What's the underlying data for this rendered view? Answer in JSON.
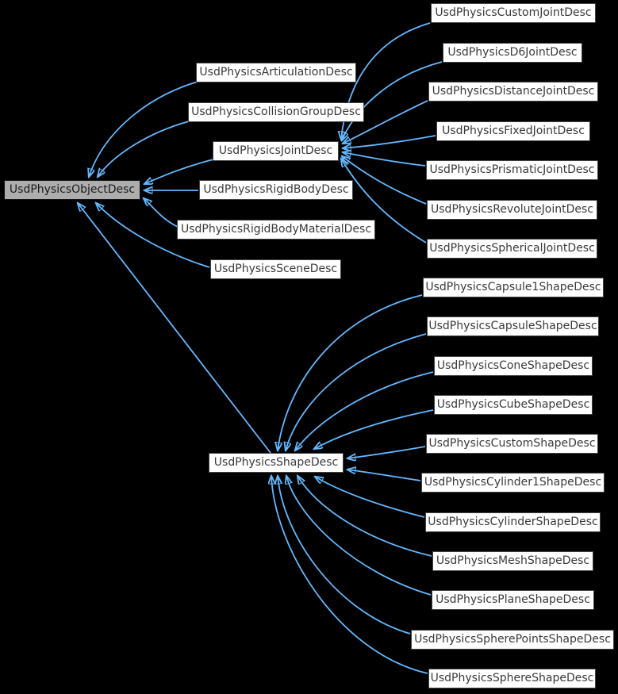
{
  "diagram": {
    "type": "inheritance-graph",
    "colors": {
      "background": "#000000",
      "edge": "#63b8ff",
      "node_fill": "#ffffff",
      "node_border": "#444444",
      "node_text": "#3a3a3a",
      "highlight_fill": "#adadad",
      "highlight_border": "#141414",
      "highlight_text": "#1a1a1a"
    },
    "nodes": [
      {
        "id": "object",
        "label": "UsdPhysicsObjectDesc",
        "highlighted": true
      },
      {
        "id": "articulation",
        "label": "UsdPhysicsArticulationDesc",
        "highlighted": false
      },
      {
        "id": "collision-group",
        "label": "UsdPhysicsCollisionGroupDesc",
        "highlighted": false
      },
      {
        "id": "joint",
        "label": "UsdPhysicsJointDesc",
        "highlighted": false
      },
      {
        "id": "rigid-body",
        "label": "UsdPhysicsRigidBodyDesc",
        "highlighted": false
      },
      {
        "id": "rigid-body-material",
        "label": "UsdPhysicsRigidBodyMaterialDesc",
        "highlighted": false
      },
      {
        "id": "scene",
        "label": "UsdPhysicsSceneDesc",
        "highlighted": false
      },
      {
        "id": "shape",
        "label": "UsdPhysicsShapeDesc",
        "highlighted": false
      },
      {
        "id": "custom-joint",
        "label": "UsdPhysicsCustomJointDesc",
        "highlighted": false
      },
      {
        "id": "d6-joint",
        "label": "UsdPhysicsD6JointDesc",
        "highlighted": false
      },
      {
        "id": "distance-joint",
        "label": "UsdPhysicsDistanceJointDesc",
        "highlighted": false
      },
      {
        "id": "fixed-joint",
        "label": "UsdPhysicsFixedJointDesc",
        "highlighted": false
      },
      {
        "id": "prismatic-joint",
        "label": "UsdPhysicsPrismaticJointDesc",
        "highlighted": false
      },
      {
        "id": "revolute-joint",
        "label": "UsdPhysicsRevoluteJointDesc",
        "highlighted": false
      },
      {
        "id": "spherical-joint",
        "label": "UsdPhysicsSphericalJointDesc",
        "highlighted": false
      },
      {
        "id": "capsule1-shape",
        "label": "UsdPhysicsCapsule1ShapeDesc",
        "highlighted": false
      },
      {
        "id": "capsule-shape",
        "label": "UsdPhysicsCapsuleShapeDesc",
        "highlighted": false
      },
      {
        "id": "cone-shape",
        "label": "UsdPhysicsConeShapeDesc",
        "highlighted": false
      },
      {
        "id": "cube-shape",
        "label": "UsdPhysicsCubeShapeDesc",
        "highlighted": false
      },
      {
        "id": "custom-shape",
        "label": "UsdPhysicsCustomShapeDesc",
        "highlighted": false
      },
      {
        "id": "cylinder1-shape",
        "label": "UsdPhysicsCylinder1ShapeDesc",
        "highlighted": false
      },
      {
        "id": "cylinder-shape",
        "label": "UsdPhysicsCylinderShapeDesc",
        "highlighted": false
      },
      {
        "id": "mesh-shape",
        "label": "UsdPhysicsMeshShapeDesc",
        "highlighted": false
      },
      {
        "id": "plane-shape",
        "label": "UsdPhysicsPlaneShapeDesc",
        "highlighted": false
      },
      {
        "id": "sphere-points-shape",
        "label": "UsdPhysicsSpherePointsShapeDesc",
        "highlighted": false
      },
      {
        "id": "sphere-shape",
        "label": "UsdPhysicsSphereShapeDesc",
        "highlighted": false
      }
    ],
    "edges": [
      {
        "from": "articulation",
        "to": "object"
      },
      {
        "from": "collision-group",
        "to": "object"
      },
      {
        "from": "joint",
        "to": "object"
      },
      {
        "from": "rigid-body",
        "to": "object"
      },
      {
        "from": "rigid-body-material",
        "to": "object"
      },
      {
        "from": "scene",
        "to": "object"
      },
      {
        "from": "shape",
        "to": "object"
      },
      {
        "from": "custom-joint",
        "to": "joint"
      },
      {
        "from": "d6-joint",
        "to": "joint"
      },
      {
        "from": "distance-joint",
        "to": "joint"
      },
      {
        "from": "fixed-joint",
        "to": "joint"
      },
      {
        "from": "prismatic-joint",
        "to": "joint"
      },
      {
        "from": "revolute-joint",
        "to": "joint"
      },
      {
        "from": "spherical-joint",
        "to": "joint"
      },
      {
        "from": "capsule1-shape",
        "to": "shape"
      },
      {
        "from": "capsule-shape",
        "to": "shape"
      },
      {
        "from": "cone-shape",
        "to": "shape"
      },
      {
        "from": "cube-shape",
        "to": "shape"
      },
      {
        "from": "custom-shape",
        "to": "shape"
      },
      {
        "from": "cylinder1-shape",
        "to": "shape"
      },
      {
        "from": "cylinder-shape",
        "to": "shape"
      },
      {
        "from": "mesh-shape",
        "to": "shape"
      },
      {
        "from": "plane-shape",
        "to": "shape"
      },
      {
        "from": "sphere-points-shape",
        "to": "shape"
      },
      {
        "from": "sphere-shape",
        "to": "shape"
      }
    ]
  }
}
